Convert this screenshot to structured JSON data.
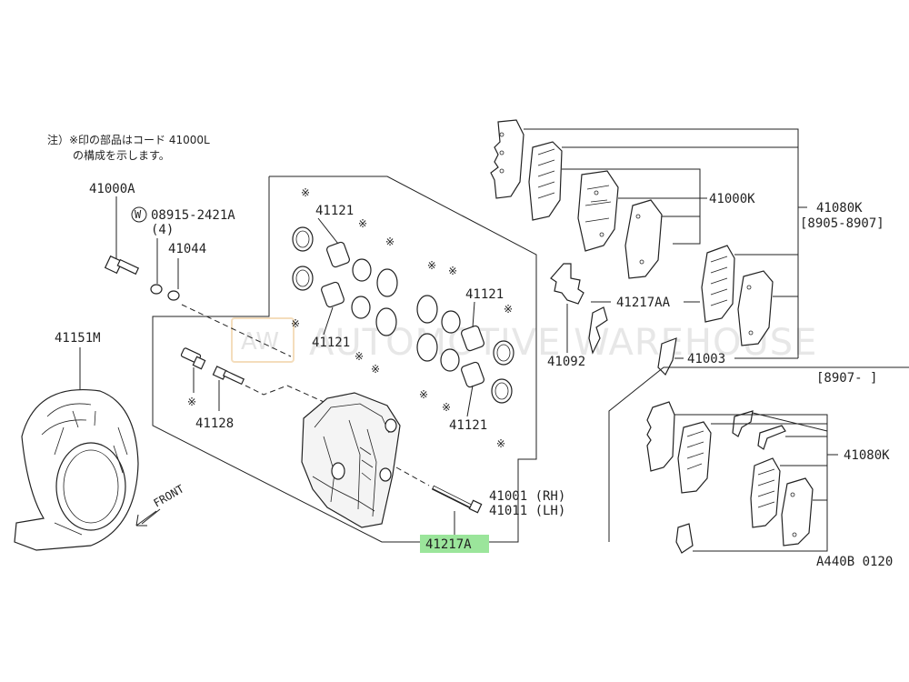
{
  "note": {
    "line1": "注）※印の部品はコード 41000L",
    "line2": "の構成を示します。",
    "mark": "※"
  },
  "labels": {
    "p41000A": "41000A",
    "p08915": "08915-2421A",
    "washer_sym": "W",
    "qty": "(4)",
    "p41044": "41044",
    "p41151M": "41151M",
    "p41121_top": "41121",
    "p41121_mid": "41121",
    "p41121_rtop": "41121",
    "p41121_rbot": "41121",
    "p41128": "41128",
    "p41001": "41001 (RH)",
    "p41011": "41011 (LH)",
    "p41217A": "41217A",
    "p41000K": "41000K",
    "p41080K_top": "41080K",
    "range_top": "[8905-8907]",
    "p41217AA": "41217AA",
    "p41092": "41092",
    "p41003": "41003",
    "range_bottom": "[8907-   ]",
    "p41080K_bottom": "41080K",
    "diagram_code": "A440B 0120",
    "front": "FRONT"
  },
  "watermark": {
    "badge": "AW",
    "text": "AUTOMOTIVE WAREHOUSE"
  },
  "highlight": {
    "part": "41217A",
    "color": "#9be59b"
  }
}
